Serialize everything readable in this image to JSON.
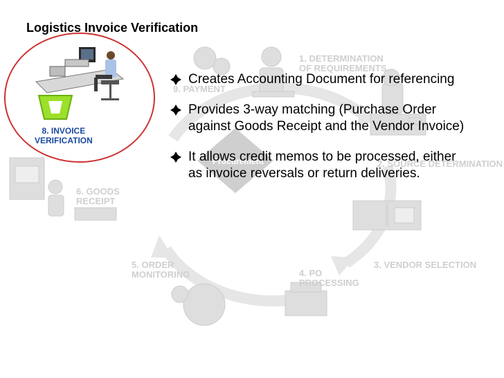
{
  "slide": {
    "title": "Logistics Invoice Verification",
    "center_label": "Procurement",
    "stages": {
      "s1": "1. DETERMINATION\nOF REQUIREMENTS",
      "s2": "2. SOURCE DETERMINATION",
      "s3": "3. VENDOR SELECTION",
      "s4": "4. PO\nPROCESSING",
      "s5": "5. ORDER\nMONITORING",
      "s6": "6. GOODS\nRECEIPT",
      "s8": "8. INVOICE\nVERIFICATION",
      "s9": "9. PAYMENT"
    },
    "bullets": [
      "Creates Accounting Document for referencing",
      "Provides 3-way matching (Purchase Order against Goods Receipt and the Vendor Invoice)",
      "It allows credit memos to be processed, either as invoice reversals or return deliveries."
    ]
  },
  "colors": {
    "highlight_circle": "#cc3333",
    "active_label": "#1a4aa0",
    "faded": "#d4d4d4",
    "bullet": "#000000"
  }
}
